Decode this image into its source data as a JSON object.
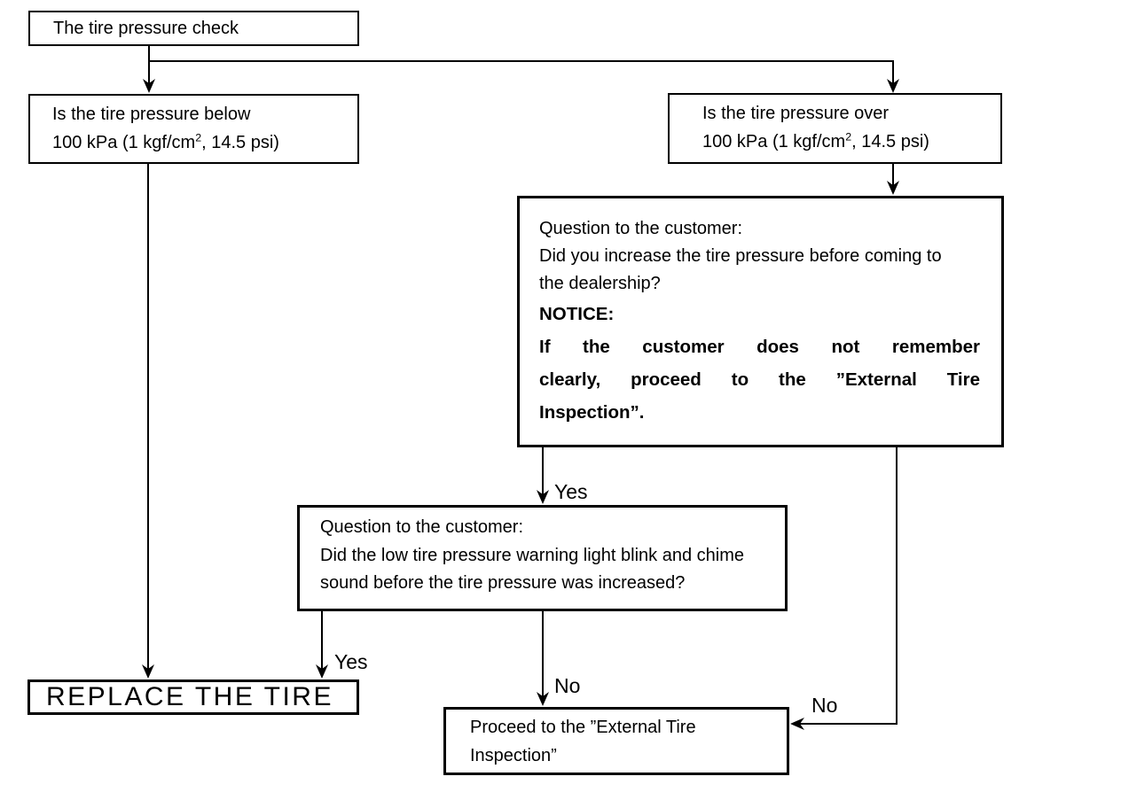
{
  "flowchart": {
    "nodes": {
      "start": {
        "text": "The tire pressure check"
      },
      "pressure_below": {
        "line1": "Is the tire pressure below",
        "line2_pre": "100 kPa (1 kgf/cm",
        "line2_sup": "2",
        "line2_post": ", 14.5 psi)"
      },
      "pressure_over": {
        "line1": "Is the tire pressure over",
        "line2_pre": "100 kPa (1 kgf/cm",
        "line2_sup": "2",
        "line2_post": ", 14.5 psi)"
      },
      "question_increase": {
        "intro": "Question to the customer:",
        "body": "Did you increase the tire pressure before coming to the dealership?",
        "notice_label": "NOTICE:",
        "notice_lines": [
          "If the customer does not remember",
          "clearly, proceed to the ”External Tire",
          "Inspection”."
        ]
      },
      "question_warning": {
        "intro": "Question to the customer:",
        "body": "Did the low tire pressure warning light blink and chime sound before the tire pressure was increased?"
      },
      "replace_tire": {
        "text": "REPLACE THE TIRE"
      },
      "proceed_inspection": {
        "text": "Proceed to the ”External Tire Inspection”"
      }
    },
    "edge_labels": {
      "increase_yes": "Yes",
      "increase_no": "No",
      "warning_yes": "Yes",
      "warning_no": "No"
    },
    "colors": {
      "line": "#000000",
      "text": "#000000",
      "background": "#ffffff"
    }
  }
}
